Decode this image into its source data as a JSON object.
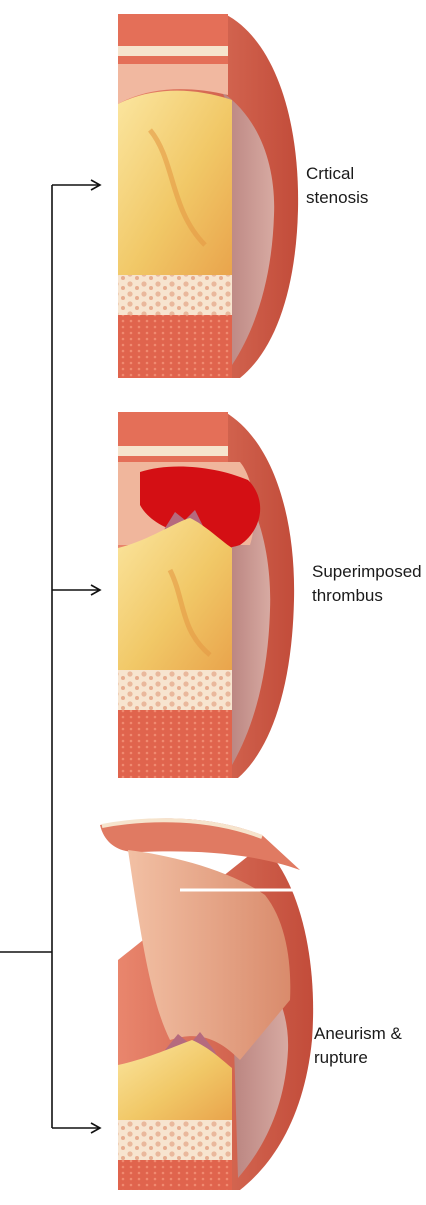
{
  "labels": {
    "stenosis": {
      "line1": "Crtical",
      "line2": "stenosis"
    },
    "thrombus": {
      "line1": "Superimposed",
      "line2": "thrombus"
    },
    "aneurism": {
      "line1": "Aneurism &",
      "line2": "rupture"
    }
  },
  "colors": {
    "wall_outer": "#cf5a45",
    "wall_mid": "#e07a62",
    "media": "#c9948e",
    "plaque": "#f1c867",
    "plaque_light": "#fbe6a0",
    "fibrous": "#f6e6cf",
    "thrombus": "#d40f14",
    "connector": "#111111"
  }
}
